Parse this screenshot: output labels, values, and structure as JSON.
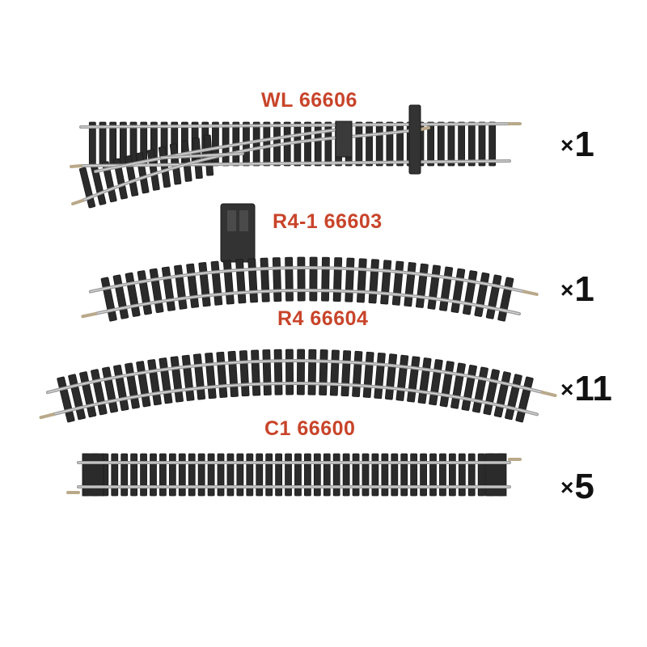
{
  "colors": {
    "label": "#c8442a",
    "sleeper": "#2b2b2b",
    "sleeper_edge": "#1a1a1a",
    "rail": "#9a9a9a",
    "rail_highlight": "#d9d9d9",
    "joiner": "#b9a98a",
    "quantity": "#111111"
  },
  "pieces": [
    {
      "id": "turnout",
      "kind": "turnout",
      "code": "WL 66606",
      "quantity": "1"
    },
    {
      "id": "curve-r4-1",
      "kind": "curve",
      "code": "R4-1 66603",
      "quantity": "1"
    },
    {
      "id": "curve-r4",
      "kind": "curve",
      "code": "R4 66604",
      "quantity": "11"
    },
    {
      "id": "straight-c1",
      "kind": "straight",
      "code": "C1 66600",
      "quantity": "5"
    }
  ],
  "quantity_prefix": "×"
}
